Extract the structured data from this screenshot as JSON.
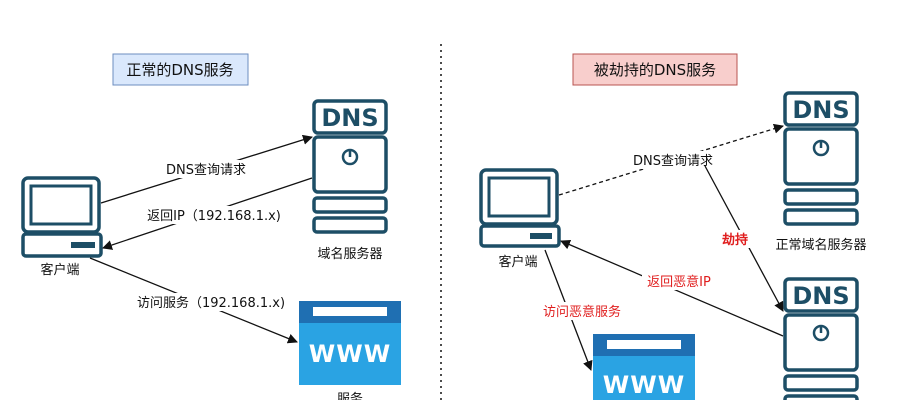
{
  "left_panel": {
    "title": "正常的DNS服务",
    "client_label": "客户端",
    "dns_box_text": "DNS",
    "dns_label": "域名服务器",
    "www_text": "WWW",
    "server_label": "服务",
    "arrow_query": "DNS查询请求",
    "arrow_return": "返回IP（192.168.1.x)",
    "arrow_visit": "访问服务（192.168.1.x)"
  },
  "right_panel": {
    "title": "被劫持的DNS服务",
    "client_label": "客户端",
    "dns_top_text": "DNS",
    "dns_top_label": "正常域名服务器",
    "dns_bottom_text": "DNS",
    "www_text": "WWW",
    "arrow_query": "DNS查询请求",
    "arrow_hijack": "劫持",
    "arrow_return_malicious": "返回恶意IP",
    "arrow_visit_malicious": "访问恶意服务"
  },
  "colors": {
    "server_stroke": "#1d4e66",
    "www_top": "#1f6fb2",
    "www_body": "#2aa3e3",
    "left_title_bg": "#dae8fc",
    "left_title_border": "#6c8ebf",
    "right_title_bg": "#f8cecc",
    "right_title_border": "#b85450",
    "hijack_text": "#e01e1e"
  }
}
